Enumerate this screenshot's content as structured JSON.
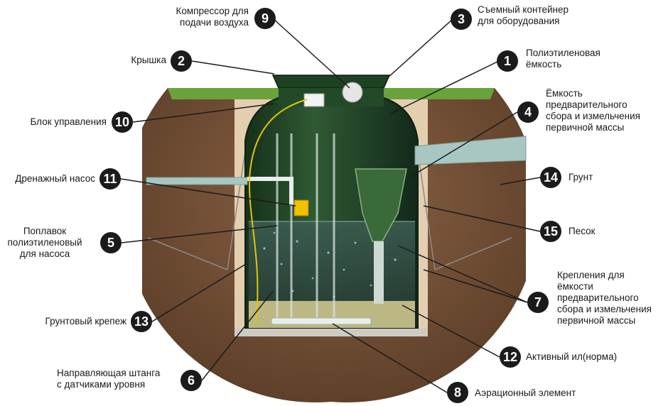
{
  "callouts": [
    {
      "num": "9",
      "lines": [
        "Компрессор для",
        "подачи воздуха"
      ]
    },
    {
      "num": "3",
      "lines": [
        "Съемный контейнер",
        "для  оборудования"
      ]
    },
    {
      "num": "2",
      "lines": [
        "Крышка"
      ]
    },
    {
      "num": "1",
      "lines": [
        "Полиэтиленовая",
        "ёмкость"
      ]
    },
    {
      "num": "10",
      "lines": [
        "Блок управления"
      ]
    },
    {
      "num": "4",
      "lines": [
        "Ёмкость",
        "предварительного",
        "сбора и измельчения",
        "первичной массы"
      ]
    },
    {
      "num": "11",
      "lines": [
        "Дренажный насос"
      ]
    },
    {
      "num": "14",
      "lines": [
        "Грунт"
      ]
    },
    {
      "num": "5",
      "lines": [
        "Поплавок",
        "полиэтиленовый",
        "для насоса"
      ]
    },
    {
      "num": "15",
      "lines": [
        "Песок"
      ]
    },
    {
      "num": "7",
      "lines": [
        "Крепления для",
        "ёмкости",
        "предварительного",
        "сбора и измельчения",
        "первичной массы"
      ]
    },
    {
      "num": "13",
      "lines": [
        "Грунтовый крепеж"
      ]
    },
    {
      "num": "12",
      "lines": [
        "Активный ил(норма)"
      ]
    },
    {
      "num": "6",
      "lines": [
        "Направляющая штанга",
        "с датчиками уровня"
      ]
    },
    {
      "num": "8",
      "lines": [
        "Аэрационный элемент"
      ]
    }
  ],
  "colors": {
    "soil": "#6b4a33",
    "sand": "#e3cfb0",
    "tank": "#1f3a22",
    "water": "#2e4a40",
    "grass": "#6aa33c",
    "sludge": "#c9c28a",
    "pump": "#f2c200",
    "pipe": "#a9c7c2",
    "badge": "#1b1b1b"
  }
}
